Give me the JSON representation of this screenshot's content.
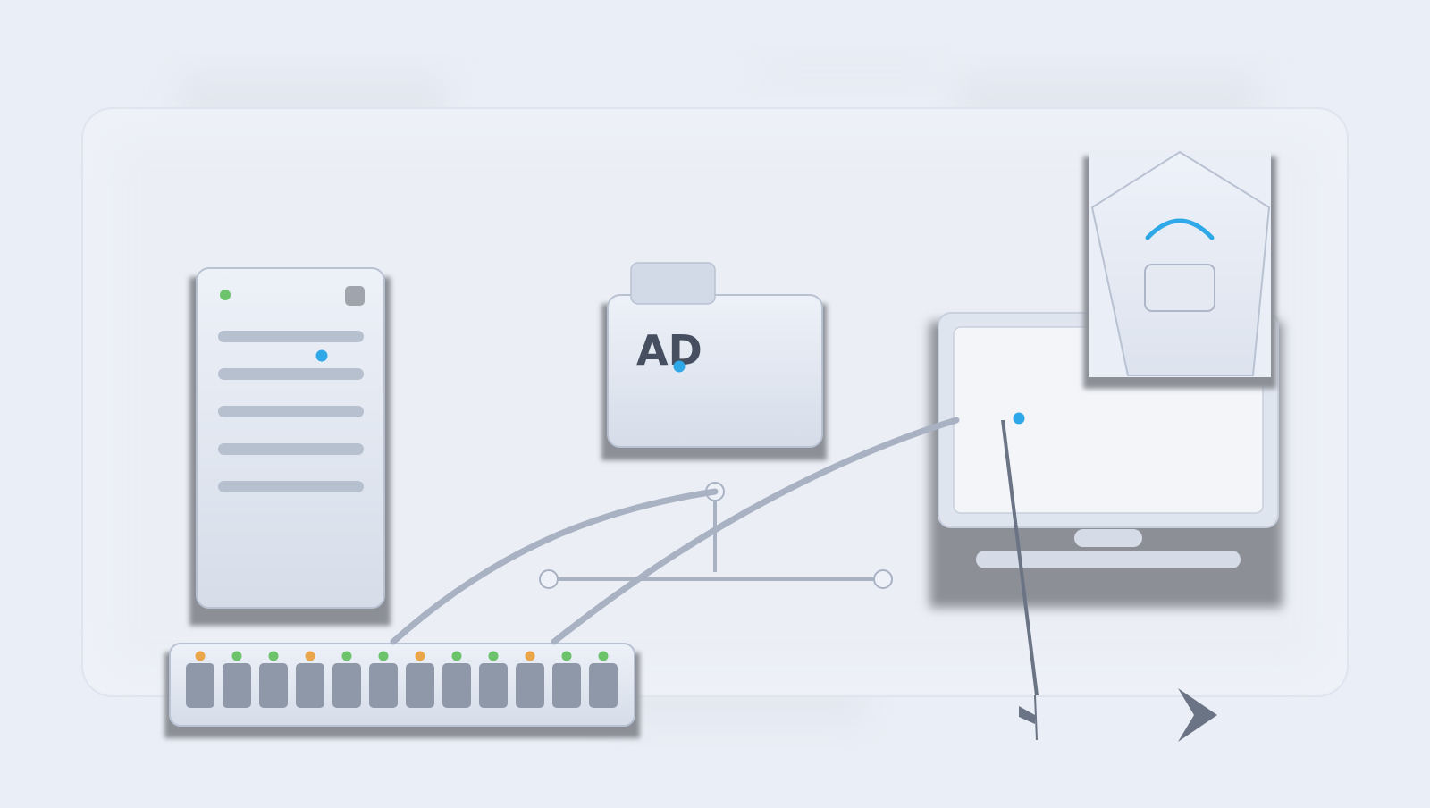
{
  "diagram": {
    "colors": {
      "background": "#eaeef6",
      "panel": "#eef1f8",
      "device_fill_top": "#edf1f8",
      "device_fill_bottom": "#d6dde9",
      "device_stroke": "#b9c2d2",
      "shadow": "#8c8f96",
      "bar": "#b7c0cf",
      "wire": "#a9b2c3",
      "port": "#8f98a8",
      "accent": "#2ea8e6",
      "led_green": "#6cc36c",
      "led_orange": "#eaa64a",
      "label": "#464f60",
      "cursor": "#6b7485"
    },
    "nodes": {
      "server": {
        "icon": "server-tower-icon"
      },
      "directory": {
        "icon": "folder-icon",
        "label": "AD"
      },
      "workstation": {
        "icon": "laptop-icon"
      },
      "vpn_gateway": {
        "icon": "shield-lock-icon"
      },
      "switch": {
        "icon": "network-switch-icon",
        "led_states": [
          "orange",
          "green",
          "green",
          "orange",
          "green",
          "green",
          "orange",
          "green",
          "green",
          "orange",
          "green",
          "green"
        ]
      }
    },
    "markers": {
      "left": "arrow-left-icon",
      "right": "arrow-right-icon"
    }
  }
}
